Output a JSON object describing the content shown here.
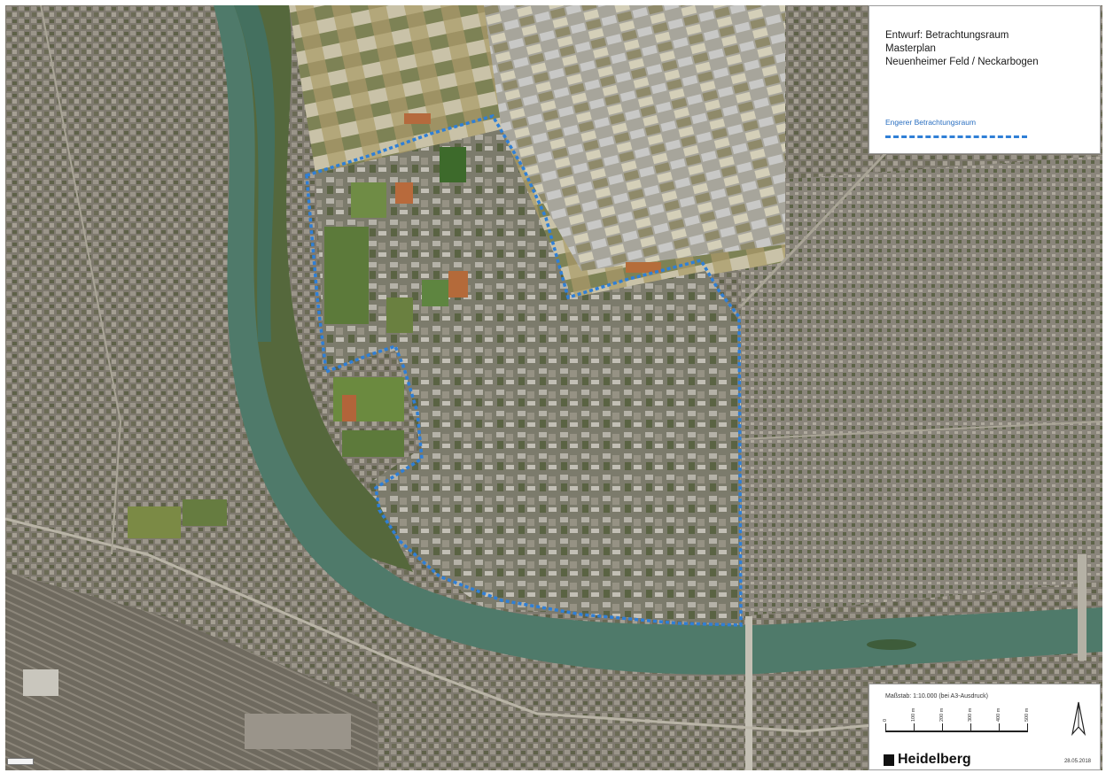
{
  "legend": {
    "title_lines": [
      "Entwurf: Betrachtungsraum",
      "Masterplan",
      "Neuenheimer Feld / Neckarbogen"
    ],
    "item_label": "Engerer Betrachtungsraum",
    "line_color": "#2f7fd6"
  },
  "scale": {
    "text": "Maßstab: 1:10.000 (bei A3-Ausdruck)",
    "ticks": [
      "0",
      "100 m",
      "200 m",
      "300 m",
      "400 m",
      "500 m"
    ]
  },
  "brand": {
    "name": "Heidelberg"
  },
  "date": "28.05.2018",
  "colors": {
    "river": "#4f7a6a",
    "vegetation": "#5f6e3e",
    "urban": "#8a857b",
    "fields": "#a89a6e",
    "boundary": "#2f7fd6"
  },
  "icons": {
    "north": "north-arrow-icon",
    "brand": "heidelberg-logo-icon"
  }
}
